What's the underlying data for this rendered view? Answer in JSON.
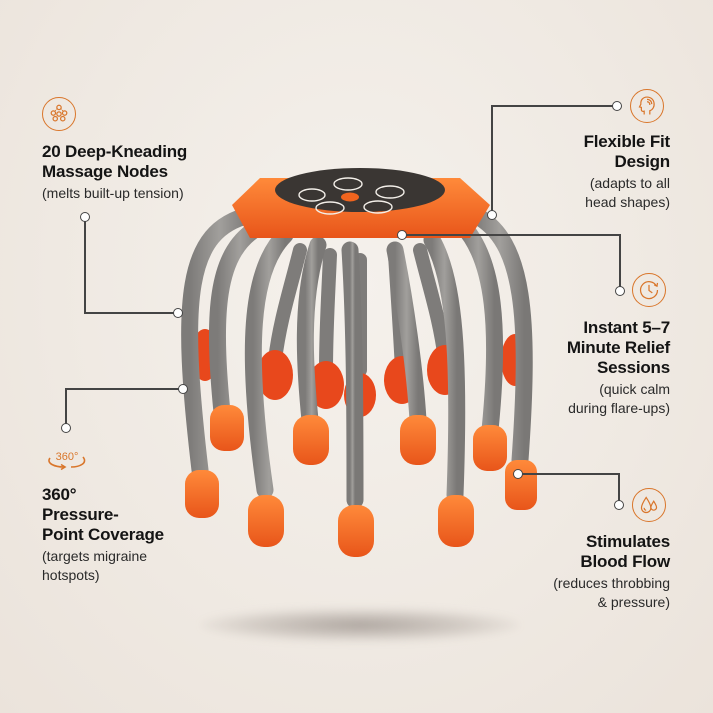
{
  "colors": {
    "accent": "#d9762b",
    "orange": "#f0641e",
    "gray_arm": "#8f8d8b",
    "panel": "#3a3633",
    "text": "#141414",
    "bg": "#efe9e2"
  },
  "features": [
    {
      "id": "nodes",
      "icon": "nodes-cluster-icon",
      "title_lines": [
        "20 Deep-Kneading",
        "Massage Nodes"
      ],
      "sub_lines": [
        "(melts built-up tension)"
      ]
    },
    {
      "id": "fit",
      "icon": "head-profile-icon",
      "title_lines": [
        "Flexible Fit",
        "Design"
      ],
      "sub_lines": [
        "(adapts to all",
        "head shapes)"
      ]
    },
    {
      "id": "time",
      "icon": "clock-refresh-icon",
      "title_lines": [
        "Instant 5–7",
        "Minute Relief",
        "Sessions"
      ],
      "sub_lines": [
        "(quick calm",
        "during flare-ups)"
      ]
    },
    {
      "id": "coverage",
      "icon": "rotate-360-icon",
      "icon_text": "360°",
      "title_lines": [
        "360°",
        "Pressure-",
        "Point Coverage"
      ],
      "sub_lines": [
        "(targets migraine",
        "hotspots)"
      ]
    },
    {
      "id": "blood",
      "icon": "droplets-icon",
      "title_lines": [
        "Stimulates",
        "Blood Flow"
      ],
      "sub_lines": [
        "(reduces throbbing",
        "& pressure)"
      ]
    }
  ]
}
